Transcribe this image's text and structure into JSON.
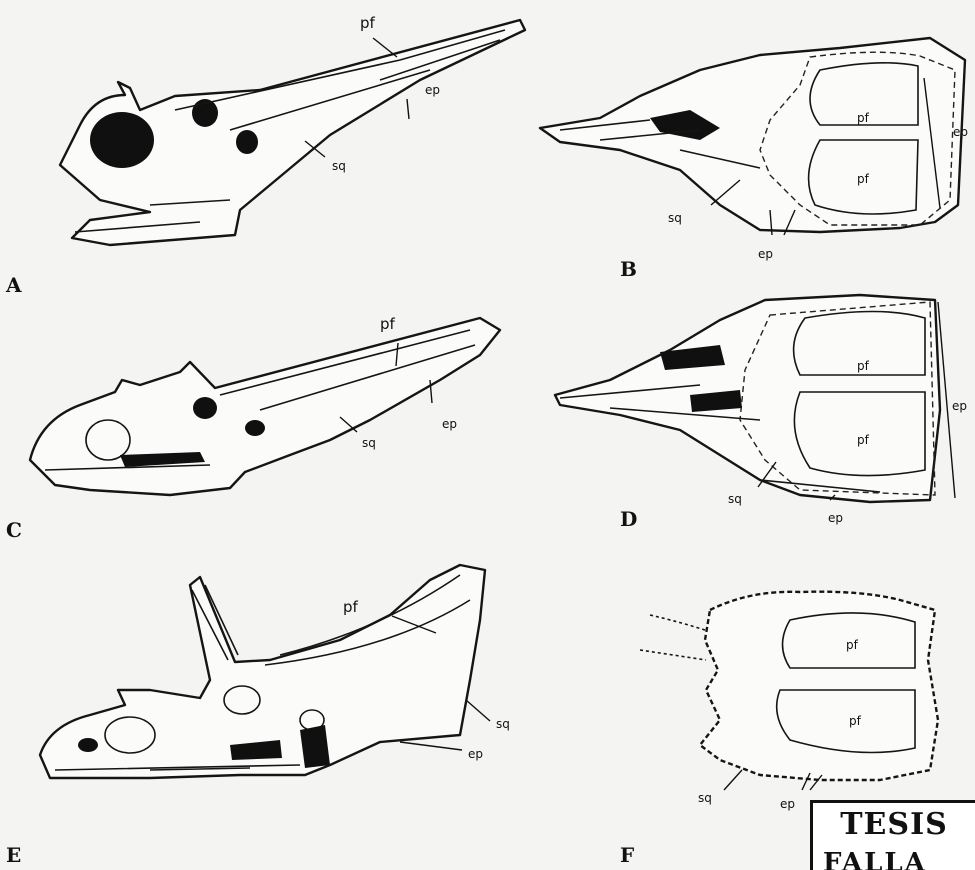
{
  "panels": {
    "A": {
      "letter": "A",
      "pf": "pf",
      "ep": "ep",
      "sq": "sq"
    },
    "B": {
      "letter": "B",
      "pf_upper": "pf",
      "pf_lower": "pf",
      "ep_right": "ep",
      "ep_bottom": "ep",
      "sq": "sq"
    },
    "C": {
      "letter": "C",
      "pf": "pf",
      "ep": "ep",
      "sq": "sq"
    },
    "D": {
      "letter": "D",
      "pf_upper": "pf",
      "pf_lower": "pf",
      "ep_right": "ep",
      "ep_bottom": "ep",
      "sq": "sq"
    },
    "E": {
      "letter": "E",
      "pf": "pf",
      "ep": "ep",
      "sq": "sq"
    },
    "F": {
      "letter": "F",
      "pf_upper": "pf",
      "pf_lower": "pf",
      "ep": "ep",
      "sq": "sq"
    }
  },
  "stamp": {
    "line1": "TESIS",
    "line2": "FALLA DE"
  }
}
